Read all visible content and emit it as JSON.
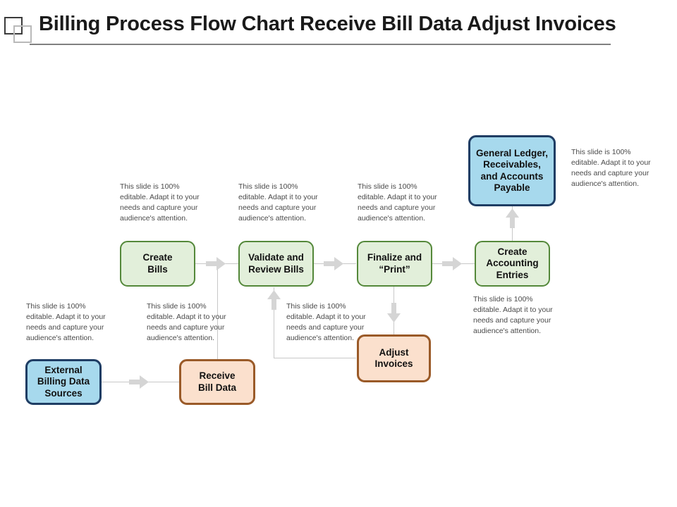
{
  "slide": {
    "title": "Billing Process Flow Chart Receive Bill Data Adjust Invoices",
    "icon": "two-overlapping-squares-icon",
    "colors": {
      "green_fill": "#E2EFDA",
      "green_border": "#54883A",
      "blue_fill": "#A7D9ED",
      "blue_border": "#1F3D64",
      "orange_fill": "#FBE0CD",
      "orange_border": "#9A5A28",
      "connector": "#C8C8C8",
      "arrow": "#D0D0D0",
      "note_text": "#4A4A4A",
      "title_text": "#1A1A1A",
      "title_rule": "#808080"
    }
  },
  "placeholder_note": "This slide is 100%\neditable.  Adapt it to your\nneeds and capture your\naudience's attention.",
  "nodes": [
    {
      "id": "external-billing-data-sources",
      "label": "External\nBilling Data\nSources",
      "style": "blue"
    },
    {
      "id": "receive-bill-data",
      "label": "Receive\nBill Data",
      "style": "orange"
    },
    {
      "id": "create-bills",
      "label": "Create\nBills",
      "style": "green"
    },
    {
      "id": "validate-and-review-bills",
      "label": "Validate and\nReview Bills",
      "style": "green"
    },
    {
      "id": "finalize-and-print",
      "label": "Finalize and\n“Print”",
      "style": "green"
    },
    {
      "id": "adjust-invoices",
      "label": "Adjust\nInvoices",
      "style": "orange"
    },
    {
      "id": "create-accounting-entries",
      "label": "Create\nAccounting\nEntries",
      "style": "green"
    },
    {
      "id": "general-ledger-receivables-accounts-payable",
      "label": "General Ledger,\nReceivables,\nand Accounts\nPayable",
      "style": "blue"
    }
  ],
  "notes": [
    {
      "id": "note-external-billing-data-sources",
      "text": "This slide is 100%\neditable.  Adapt it to your\nneeds and capture your\naudience's attention."
    },
    {
      "id": "note-receive-bill-data",
      "text": "This slide is 100%\neditable.  Adapt it to your\nneeds and capture your\naudience's attention."
    },
    {
      "id": "note-create-bills",
      "text": "This slide is 100%\neditable.  Adapt it to your\nneeds and capture your\naudience's attention."
    },
    {
      "id": "note-validate-and-review-bills",
      "text": "This slide is 100%\neditable.  Adapt it to your\nneeds and capture your\naudience's attention."
    },
    {
      "id": "note-finalize-and-print",
      "text": "This slide is 100%\neditable.  Adapt it to your\nneeds and capture your\naudience's attention."
    },
    {
      "id": "note-adjust-invoices",
      "text": "This slide is 100%\neditable.  Adapt it to your\nneeds and capture your\naudience's attention."
    },
    {
      "id": "note-create-accounting-entries",
      "text": "This slide is 100%\neditable.  Adapt it to your\nneeds and capture your\naudience's attention."
    },
    {
      "id": "note-general-ledger",
      "text": "This slide is 100%\neditable.  Adapt it to your\nneeds and capture your\naudience's attention."
    }
  ],
  "connections": [
    {
      "from": "external-billing-data-sources",
      "to": "receive-bill-data",
      "direction": "right"
    },
    {
      "from": "receive-bill-data",
      "to": "validate-and-review-bills",
      "direction": "up-right"
    },
    {
      "from": "create-bills",
      "to": "validate-and-review-bills",
      "direction": "right"
    },
    {
      "from": "validate-and-review-bills",
      "to": "finalize-and-print",
      "direction": "right"
    },
    {
      "from": "finalize-and-print",
      "to": "adjust-invoices",
      "direction": "down"
    },
    {
      "from": "adjust-invoices",
      "to": "validate-and-review-bills",
      "direction": "left-up"
    },
    {
      "from": "finalize-and-print",
      "to": "create-accounting-entries",
      "direction": "right"
    },
    {
      "from": "create-accounting-entries",
      "to": "general-ledger-receivables-accounts-payable",
      "direction": "up"
    }
  ]
}
